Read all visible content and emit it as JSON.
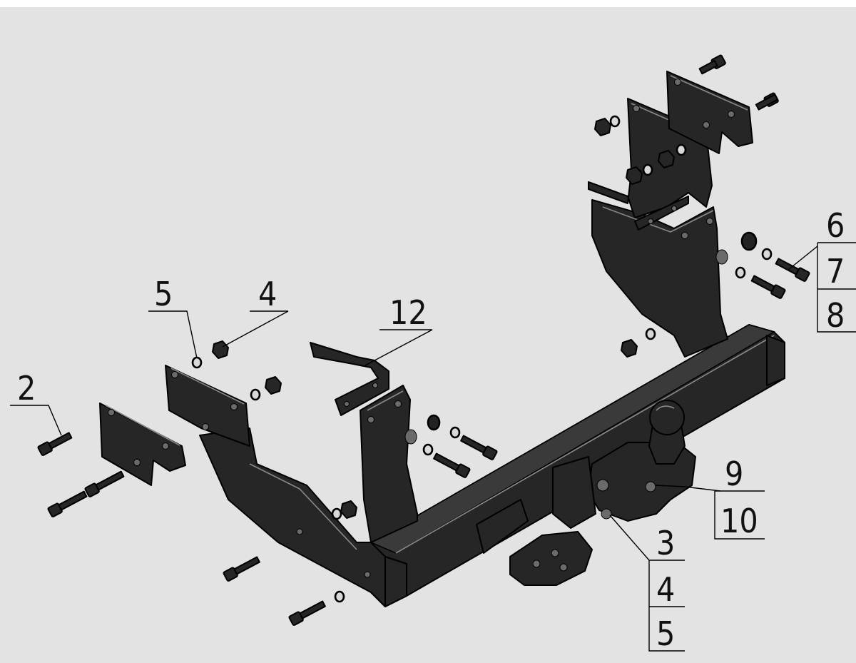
{
  "callouts": {
    "c2": "2",
    "c5": "5",
    "c4": "4",
    "c12": "12",
    "c6": "6",
    "c7": "7",
    "c8": "8",
    "c9": "9",
    "c10": "10",
    "c3b": "3",
    "c4b": "4",
    "c5b": "5"
  }
}
